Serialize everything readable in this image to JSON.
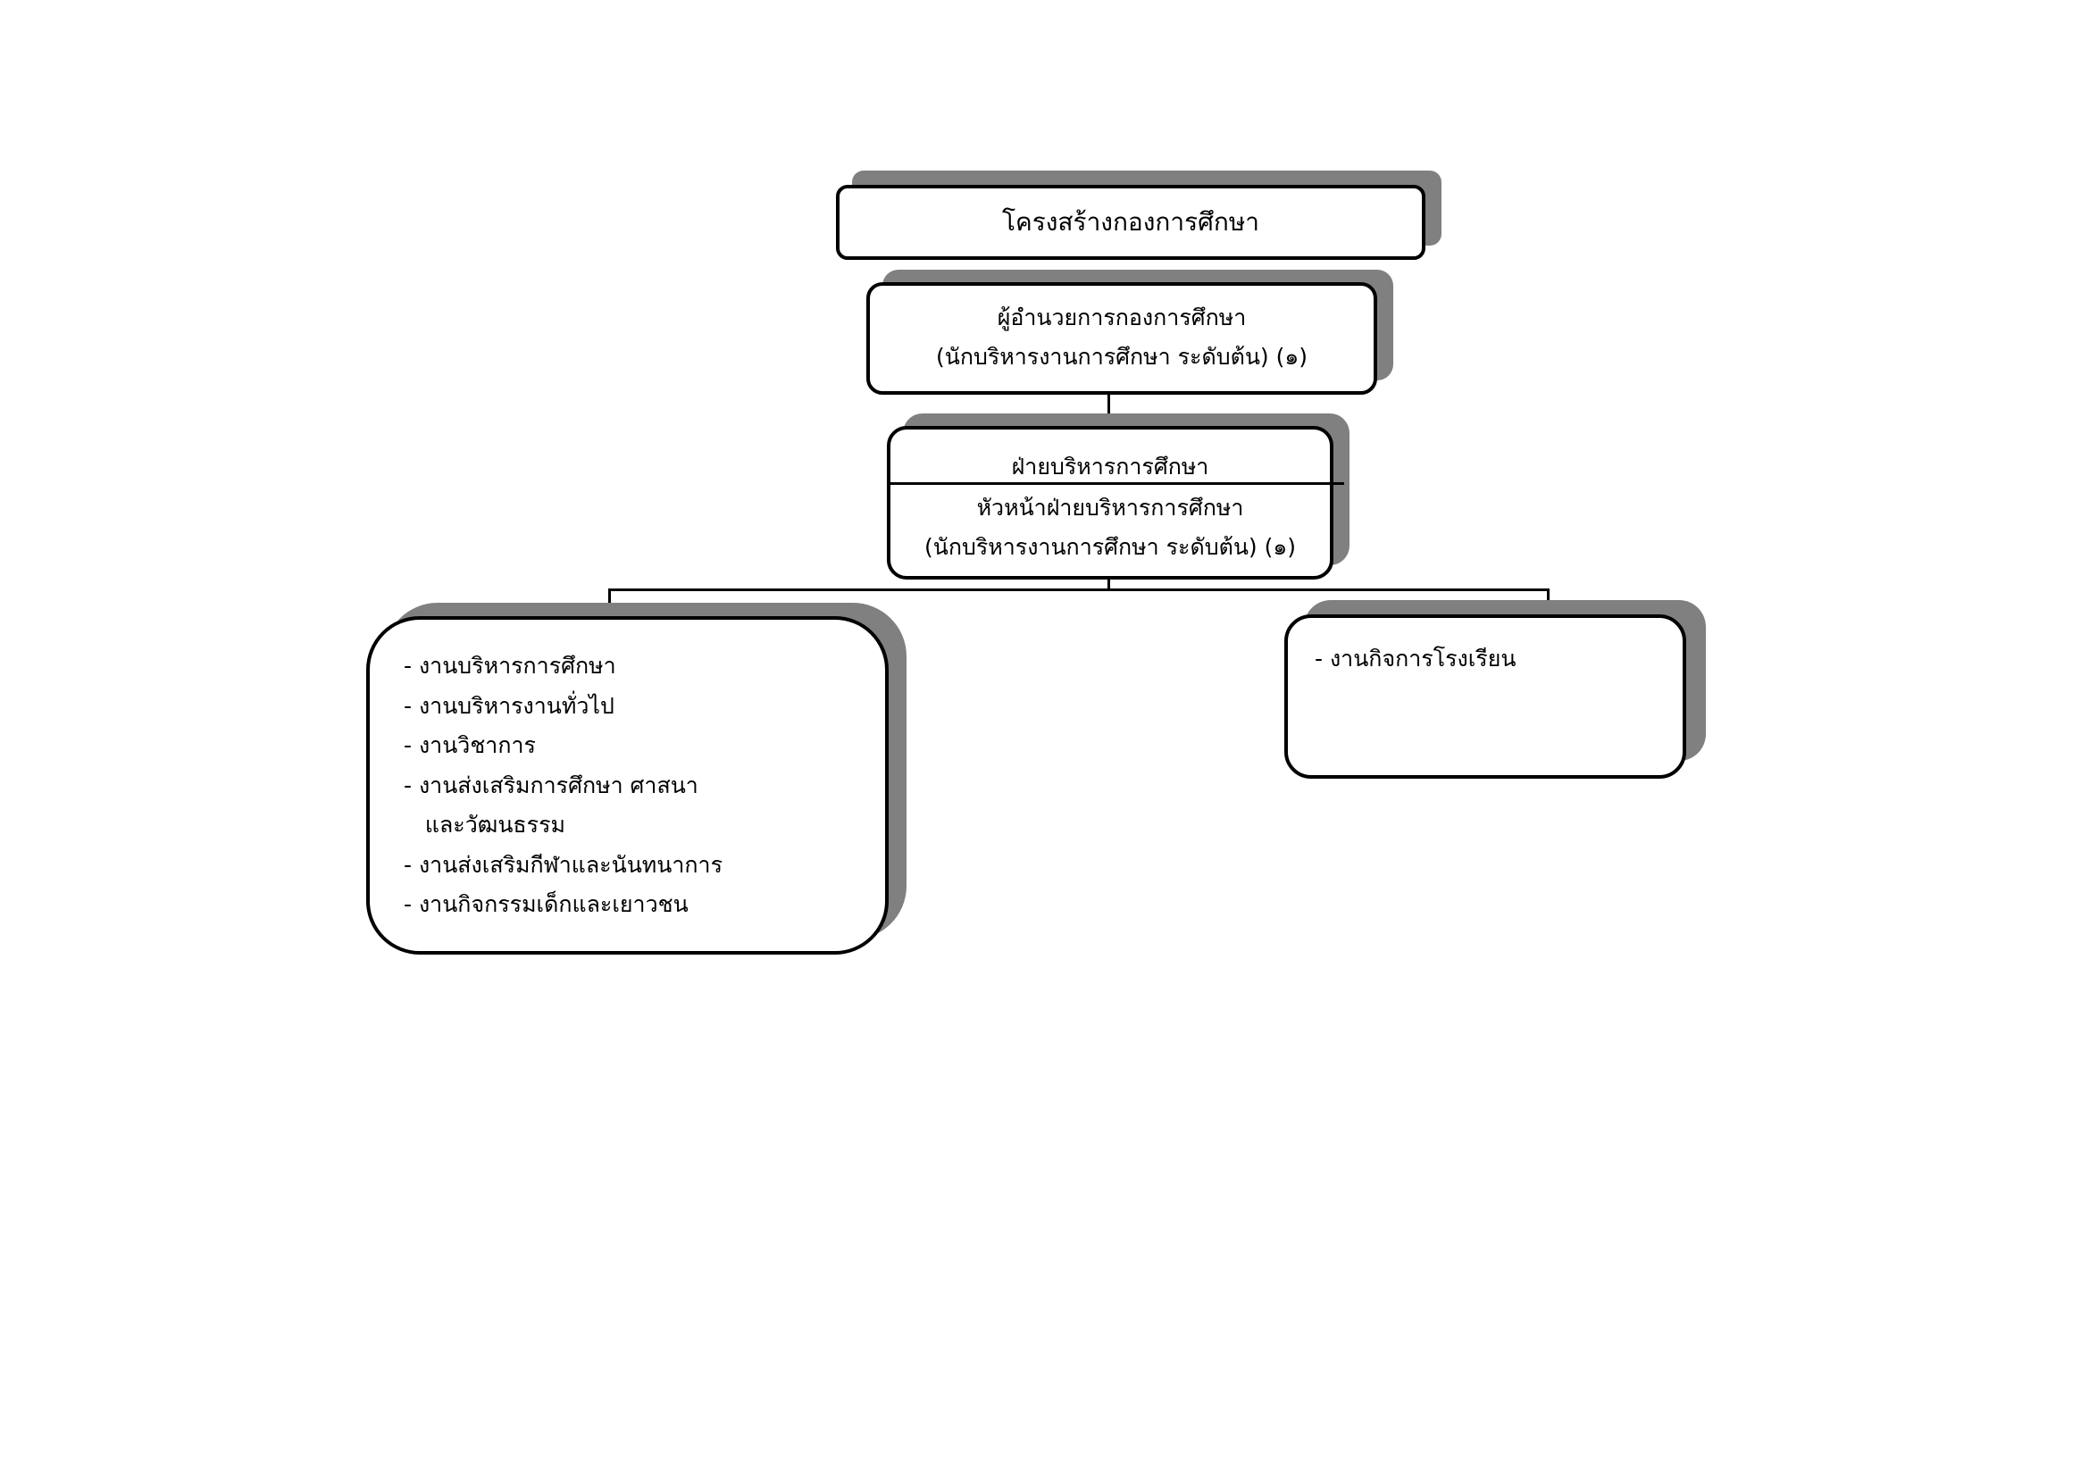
{
  "title": "โครงสร้างกองการศึกษา",
  "director": {
    "position": "ผู้อำนวยการกองการศึกษา",
    "level": "(นักบริหารงานการศึกษา ระดับต้น) (๑)"
  },
  "division": {
    "name": "ฝ่ายบริหารการศึกษา",
    "head": "หัวหน้าฝ่ายบริหารการศึกษา",
    "level": "(นักบริหารงานการศึกษา ระดับต้น) (๑)"
  },
  "left_tasks": [
    "- งานบริหารการศึกษา",
    "- งานบริหารงานทั่วไป",
    "- งานวิชาการ",
    "- งานส่งเสริมการศึกษา ศาสนา",
    "   และวัฒนธรรม",
    "- งานส่งเสริมกีฬาและนันทนาการ",
    "- งานกิจกรรมเด็กและเยาวชน"
  ],
  "right_tasks": [
    "- งานกิจการโรงเรียน"
  ]
}
